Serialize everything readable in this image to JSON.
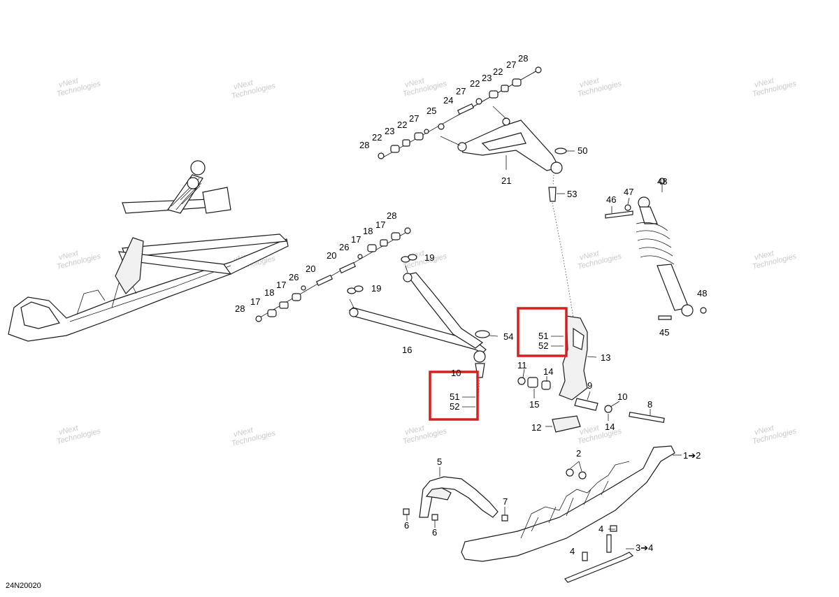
{
  "diagram_code": "24N20020",
  "watermark": [
    "vNext",
    "Technologies"
  ],
  "callouts": {
    "p28a": "28",
    "p27a": "27",
    "p22a": "22",
    "p23a": "23",
    "p22b": "22",
    "p27b": "27",
    "p24": "24",
    "p25": "25",
    "p27c": "27",
    "p22c": "22",
    "p23b": "23",
    "p22d": "22",
    "p28b": "28",
    "p50": "50",
    "p21": "21",
    "p53": "53",
    "p48a": "48",
    "p47": "47",
    "p46": "46",
    "p28c": "28",
    "p17a": "17",
    "p18a": "18",
    "p17b": "17",
    "p26a": "26",
    "p20a": "20",
    "p19a": "19",
    "p20b": "20",
    "p19b": "19",
    "p26b": "26",
    "p17c": "17",
    "p18b": "18",
    "p17d": "17",
    "p28d": "28",
    "p16": "16",
    "p54": "54",
    "p10a": "10",
    "p51a": "51",
    "p52a": "52",
    "p51b": "51",
    "p52b": "52",
    "p13": "13",
    "p11": "11",
    "p14a": "14",
    "p15": "15",
    "p9": "9",
    "p10b": "10",
    "p8": "8",
    "p14b": "14",
    "p12": "12",
    "p48b": "48",
    "p45": "45",
    "p1": "1➔2",
    "p2": "2",
    "p5": "5",
    "p7": "7",
    "p6a": "6",
    "p6b": "6",
    "p4a": "4",
    "p3": "3➔4",
    "p4b": "4"
  },
  "highlight_color": "#d61f1f"
}
